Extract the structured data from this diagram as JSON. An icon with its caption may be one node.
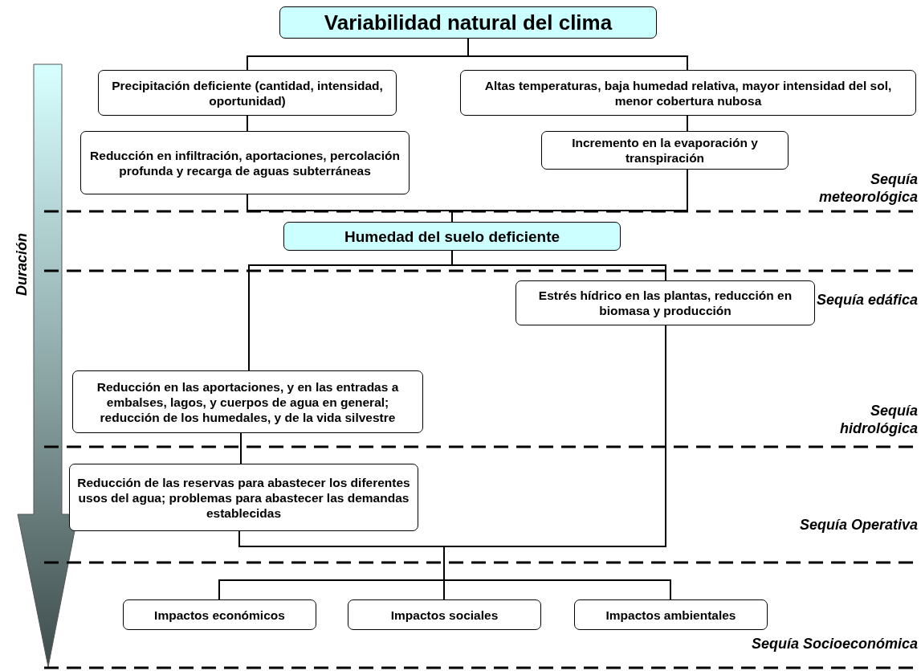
{
  "diagram": {
    "nodes": [
      {
        "text": [
          "Variabilidad natural del clima"
        ]
      },
      {
        "text": [
          "Precipitación deficiente (cantidad, intensidad, oportunidad)"
        ]
      },
      {
        "text": [
          "Altas temperaturas, baja humedad relativa, mayor intensidad del sol, menor cobertura nubosa"
        ]
      },
      {
        "text": [
          "Reducción en infiltración, aportaciones, percolación profunda y recarga de aguas subterráneas"
        ]
      },
      {
        "text": [
          "Incremento en la evaporación y transpiración"
        ]
      },
      {
        "text": [
          "Humedad del suelo deficiente"
        ]
      },
      {
        "text": [
          "Estrés hídrico en las plantas, reducción en biomasa y producción"
        ]
      },
      {
        "text": [
          "Reducción en las aportaciones, y en las entradas a embalses, lagos, y cuerpos de agua en general; reducción de los humedales, y de la vida silvestre"
        ]
      },
      {
        "text": [
          "Reducción de las reservas para abastecer los diferentes usos del agua; problemas para abastecer las demandas establecidas"
        ]
      },
      {
        "text": [
          "Impactos económicos"
        ]
      },
      {
        "text": [
          "Impactos sociales"
        ]
      },
      {
        "text": [
          "Impactos ambientales"
        ]
      }
    ],
    "edges": [
      {
        "from": 0,
        "to": 1,
        "arrow": "none"
      },
      {
        "from": 0,
        "to": 2,
        "arrow": "none"
      },
      {
        "from": 1,
        "to": 3,
        "arrow": "none"
      },
      {
        "from": 2,
        "to": 4,
        "arrow": "none"
      },
      {
        "from": 3,
        "to": 5,
        "arrow": "none"
      },
      {
        "from": 4,
        "to": 5,
        "arrow": "none"
      },
      {
        "from": 5,
        "to": 7,
        "arrow": "none"
      },
      {
        "from": 5,
        "to": 6,
        "arrow": "none"
      },
      {
        "from": 7,
        "to": 8,
        "arrow": "none"
      },
      {
        "from": 8,
        "to": 9,
        "arrow": "none"
      },
      {
        "from": 8,
        "to": 10,
        "arrow": "none"
      },
      {
        "from": 8,
        "to": 11,
        "arrow": "none"
      },
      {
        "from": 6,
        "to": 9,
        "arrow": "none"
      },
      {
        "from": 6,
        "to": 10,
        "arrow": "none"
      },
      {
        "from": 6,
        "to": 11,
        "arrow": "none"
      }
    ],
    "labels": [
      "Duración",
      "Sequía meteorológica",
      "Sequía edáfica",
      "Sequía hidrológica",
      "Sequía Operativa",
      "Sequía Socioeconómica"
    ]
  }
}
